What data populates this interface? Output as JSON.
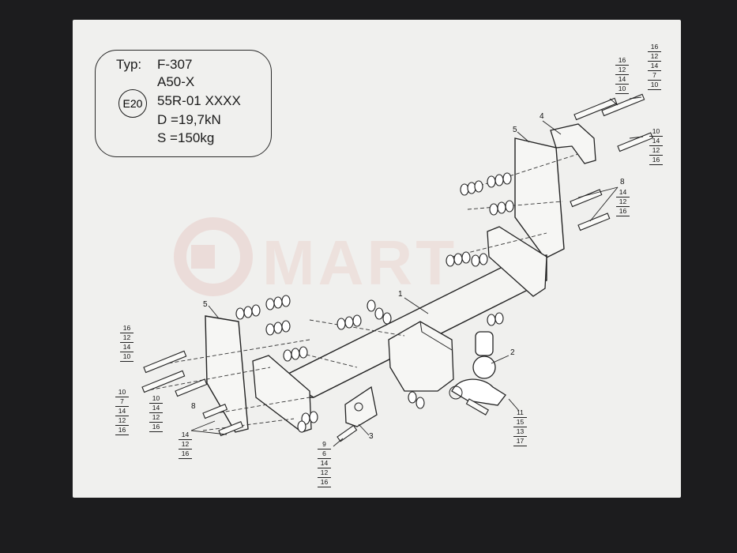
{
  "spec": {
    "type_label": "Typ:",
    "type_value": "F-307",
    "model": "A50-X",
    "mark": "E20",
    "approval": "55R-01 XXXX",
    "d_value": "D =19,7kN",
    "s_value": "S =150kg"
  },
  "watermark": "MART",
  "callouts": {
    "c1": "1",
    "c2": "2",
    "c3": "3",
    "c4": "4",
    "c5a": "5",
    "c5b": "5",
    "c8a": "8",
    "c8b": "8"
  },
  "stacks": {
    "top_right_a": [
      "16",
      "12",
      "14",
      "10"
    ],
    "top_right_b": [
      "16",
      "12",
      "14",
      "7",
      "10"
    ],
    "right_mid": [
      "10",
      "14",
      "12",
      "16"
    ],
    "right_8": [
      "14",
      "12",
      "16"
    ],
    "left_top": [
      "16",
      "12",
      "14",
      "10"
    ],
    "left_mid": [
      "10",
      "7",
      "14",
      "12",
      "16"
    ],
    "left_center": [
      "10",
      "14",
      "12",
      "16"
    ],
    "left_8": [
      "14",
      "12",
      "16"
    ],
    "bottom_9": [
      "9",
      "6",
      "14",
      "12",
      "16"
    ],
    "right_11": [
      "11",
      "15",
      "13",
      "17"
    ]
  }
}
